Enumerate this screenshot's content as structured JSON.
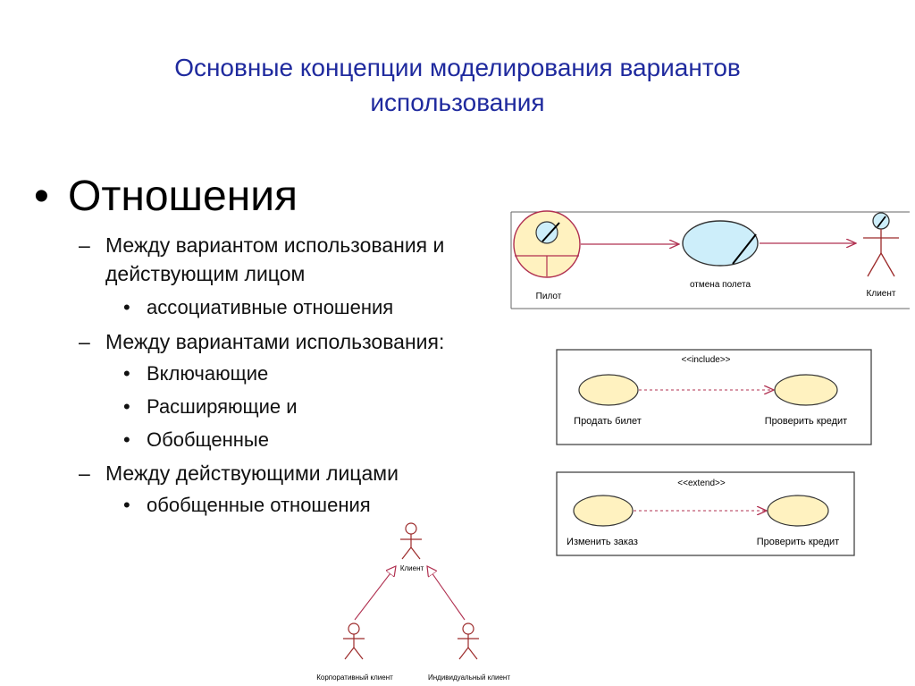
{
  "title": {
    "line1": "Основные концепции моделирования вариантов",
    "line2": "использования"
  },
  "outline": {
    "heading_bullet": "•",
    "heading": "Отношения",
    "dash": "–",
    "bullet": "•",
    "item1_line1": "Между вариантом использования и",
    "item1_line2": "действующим лицом",
    "item1_sub1": "ассоциативные отношения",
    "item2": "Между вариантами использования:",
    "item2_sub1": "Включающие",
    "item2_sub2": "Расширяющие и",
    "item2_sub3": "Обобщенные",
    "item3": "Между действующими лицами",
    "item3_sub1": "обобщенные отношения"
  },
  "diagram_association": {
    "actor_left": "Пилот",
    "use_case": "отмена полета",
    "actor_right": "Клиент"
  },
  "diagram_include": {
    "stereotype": "<<include>>",
    "source": "Продать билет",
    "target": "Проверить кредит"
  },
  "diagram_extend": {
    "stereotype": "<<extend>>",
    "source": "Изменить заказ",
    "target": "Проверить кредит"
  },
  "diagram_generalization": {
    "parent": "Клиент",
    "child_left": "Корпоративный клиент",
    "child_right": "Индивидуальный клиент"
  },
  "colors": {
    "title": "#1f2a9e",
    "uml_line": "#b03050",
    "usecase_fill": "#fff2c0",
    "usecase_blue": "#cdeefa",
    "actor_line": "#9c2a2a"
  }
}
